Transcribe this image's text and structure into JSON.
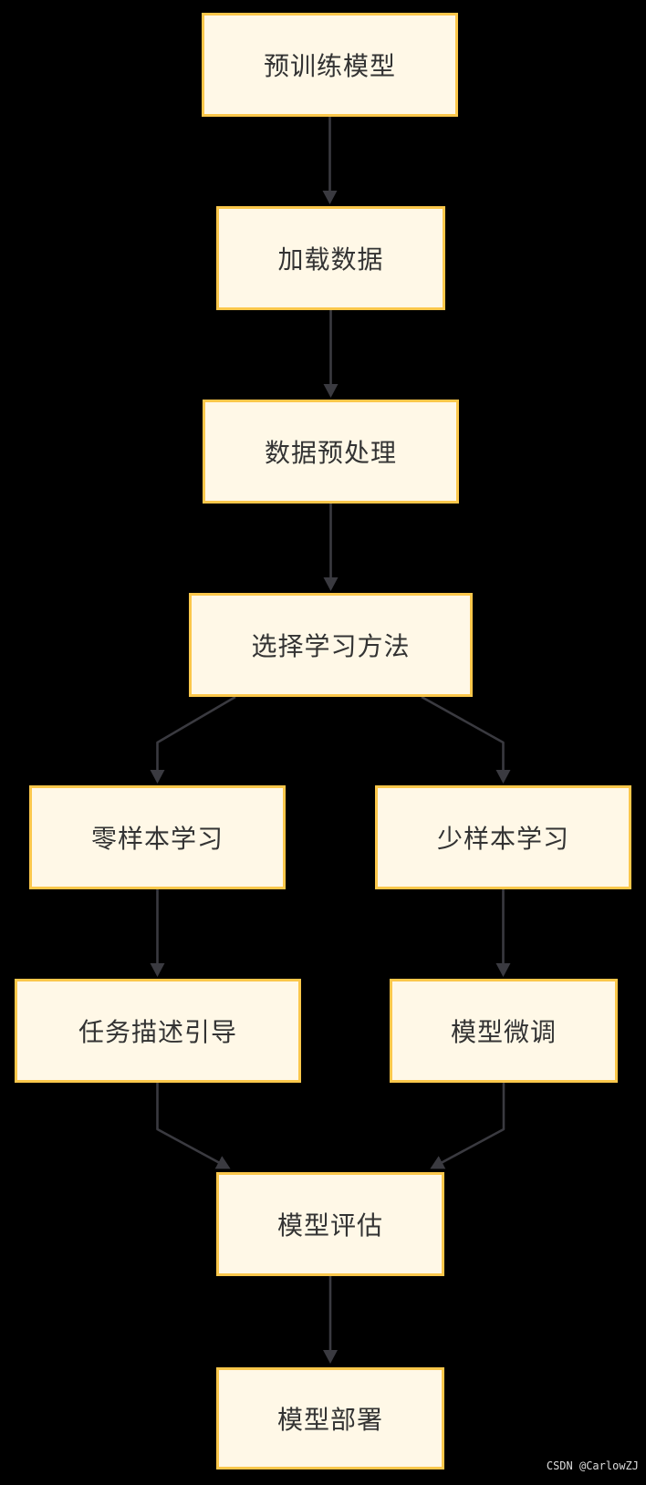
{
  "page": {
    "background": "#000000",
    "watermark": "CSDN @CarlowZJ"
  },
  "diagram": {
    "type": "flowchart",
    "direction": "top-down",
    "style": {
      "node_fill": "#FFF8E7",
      "node_border": "#FBC74B",
      "edge_color": "#3A3A40",
      "text_color": "#333333",
      "background": "#000000"
    },
    "nodes": [
      {
        "id": "pretrained_model",
        "label": "预训练模型"
      },
      {
        "id": "load_data",
        "label": "加载数据"
      },
      {
        "id": "data_preprocessing",
        "label": "数据预处理"
      },
      {
        "id": "select_learning_method",
        "label": "选择学习方法"
      },
      {
        "id": "zero_shot_learning",
        "label": "零样本学习"
      },
      {
        "id": "few_shot_learning",
        "label": "少样本学习"
      },
      {
        "id": "task_description_guidance",
        "label": "任务描述引导"
      },
      {
        "id": "model_finetuning",
        "label": "模型微调"
      },
      {
        "id": "model_evaluation",
        "label": "模型评估"
      },
      {
        "id": "model_deployment",
        "label": "模型部署"
      }
    ],
    "edges": [
      {
        "from": "pretrained_model",
        "to": "load_data"
      },
      {
        "from": "load_data",
        "to": "data_preprocessing"
      },
      {
        "from": "data_preprocessing",
        "to": "select_learning_method"
      },
      {
        "from": "select_learning_method",
        "to": "zero_shot_learning"
      },
      {
        "from": "select_learning_method",
        "to": "few_shot_learning"
      },
      {
        "from": "zero_shot_learning",
        "to": "task_description_guidance"
      },
      {
        "from": "few_shot_learning",
        "to": "model_finetuning"
      },
      {
        "from": "task_description_guidance",
        "to": "model_evaluation"
      },
      {
        "from": "model_finetuning",
        "to": "model_evaluation"
      },
      {
        "from": "model_evaluation",
        "to": "model_deployment"
      }
    ]
  }
}
